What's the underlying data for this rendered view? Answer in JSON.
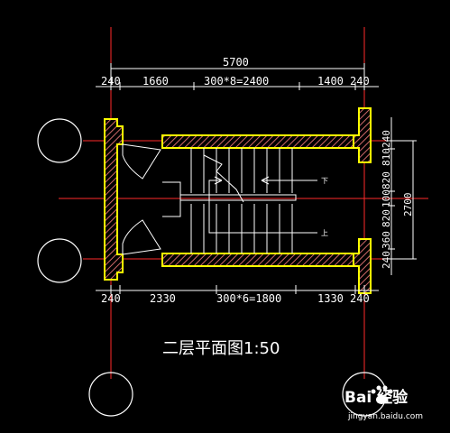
{
  "drawing": {
    "title": "二层平面图1:50",
    "colors": {
      "background": "#000000",
      "axis": "#ff2a2a",
      "wall": "#ffff00",
      "wall_hatch": "#e07070",
      "line": "#ffffff",
      "dimension": "#ffffff"
    },
    "top_dimensions": {
      "overall": "5700",
      "segments": [
        "240",
        "1660",
        "300*8=2400",
        "1400",
        "240"
      ]
    },
    "bottom_dimensions": {
      "segments": [
        "240",
        "2330",
        "300*6=1800",
        "1330",
        "240"
      ]
    },
    "right_dimensions": {
      "overall": "2700",
      "segments": [
        "240",
        "810",
        "820",
        "100",
        "820",
        "360",
        "240"
      ]
    },
    "labels": {
      "stair_down": "下",
      "stair_up": "上"
    },
    "watermark": {
      "brand": "Bai 经验",
      "url": "jingyan.baidu.com"
    }
  }
}
